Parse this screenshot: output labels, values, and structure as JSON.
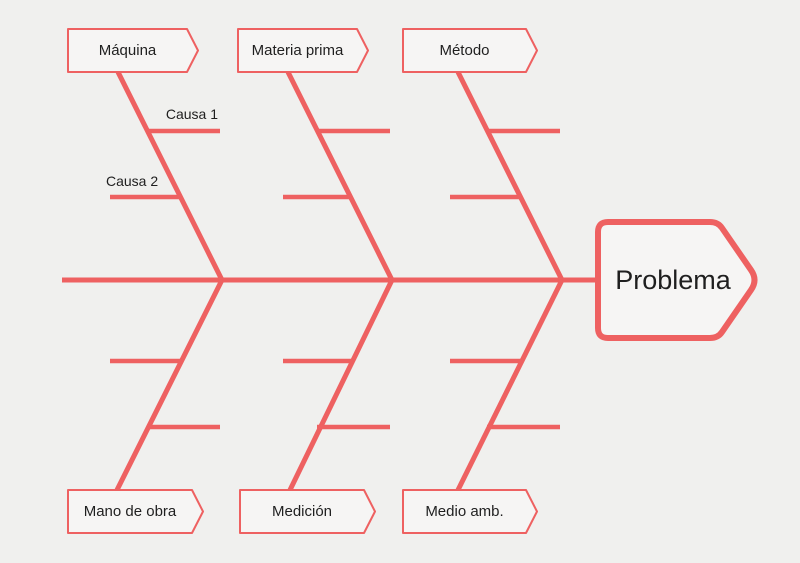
{
  "colors": {
    "accent": "#ee6161",
    "background": "#f0f0ee",
    "shape_fill": "#f6f5f4",
    "text": "#1f1f1f"
  },
  "fishbone": {
    "problem_label": "Problema",
    "top_branches": [
      {
        "label": "Máquina",
        "causes": [
          "Causa 1",
          "Causa 2"
        ]
      },
      {
        "label": "Materia prima",
        "causes": []
      },
      {
        "label": "Método",
        "causes": []
      }
    ],
    "bottom_branches": [
      {
        "label": "Mano de obra",
        "causes": []
      },
      {
        "label": "Medición",
        "causes": []
      },
      {
        "label": "Medio amb.",
        "causes": []
      }
    ]
  }
}
